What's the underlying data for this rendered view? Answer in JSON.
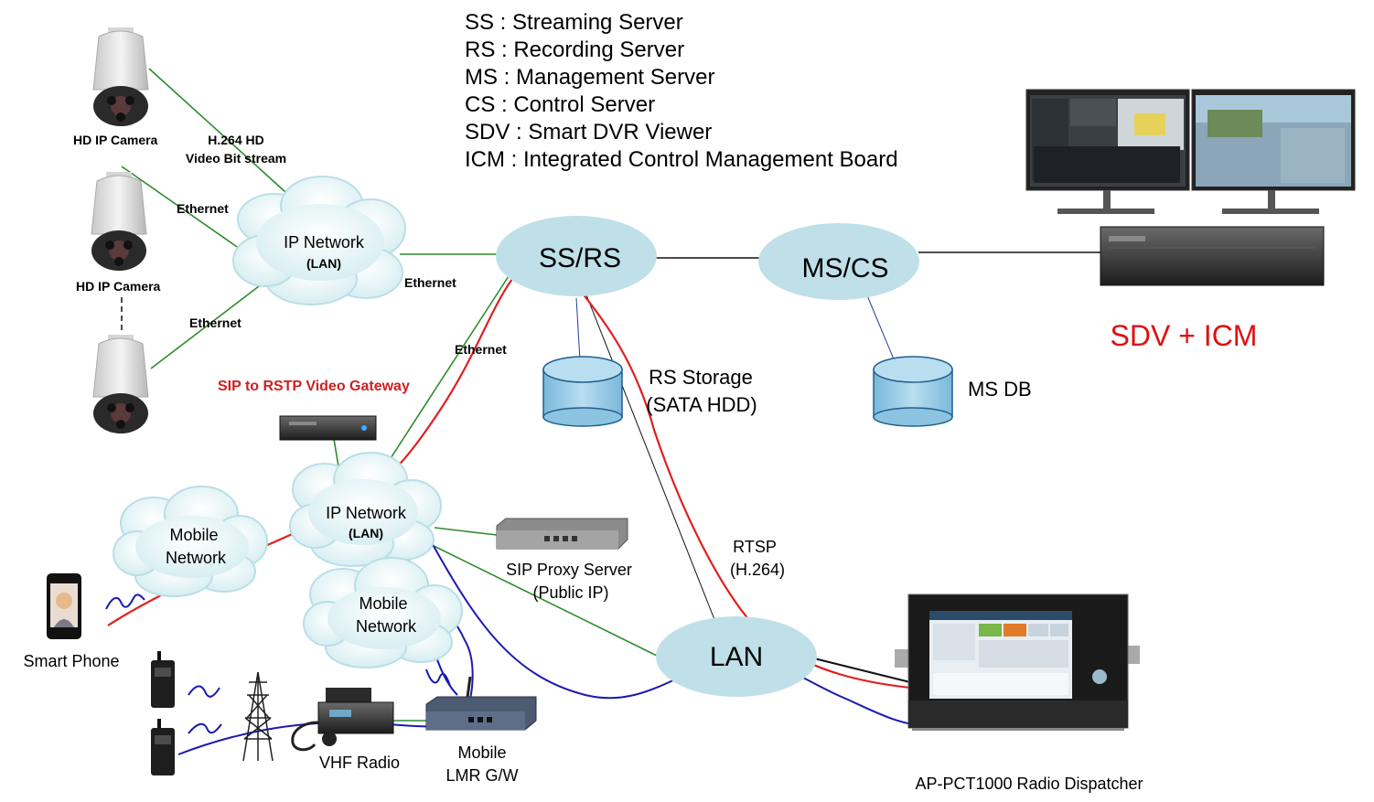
{
  "legend": [
    "SS : Streaming Server",
    "RS : Recording Server",
    "MS : Management Server",
    "CS : Control Server",
    "SDV : Smart DVR Viewer",
    "ICM : Integrated Control Management Board"
  ],
  "nodes": {
    "ss_rs": "SS/RS",
    "ms_cs": "MS/CS",
    "lan": "LAN",
    "ip_network_top": "IP Network",
    "ip_network_top_sub": "(LAN)",
    "ip_network_mid": "IP Network",
    "ip_network_mid_sub": "(LAN)",
    "mobile_network_1": [
      "Mobile",
      "Network"
    ],
    "mobile_network_2": [
      "Mobile",
      "Network"
    ],
    "rs_storage": [
      "RS Storage",
      "(SATA HDD)"
    ],
    "ms_db": "MS DB"
  },
  "labels": {
    "hd_camera_1": "HD IP Camera",
    "hd_camera_2": "HD IP Camera",
    "h264_stream": [
      "H.264 HD",
      "Video Bit stream"
    ],
    "ethernet_1": "Ethernet",
    "ethernet_2": "Ethernet",
    "ethernet_3": "Ethernet",
    "ethernet_4": "Ethernet",
    "sip_gateway": "SIP to RSTP Video Gateway",
    "sip_proxy": [
      "SIP Proxy Server",
      "(Public IP)"
    ],
    "rtsp": [
      "RTSP",
      "(H.264)"
    ],
    "smart_phone": "Smart Phone",
    "vhf_radio": "VHF Radio",
    "mobile_lmr": [
      "Mobile",
      "LMR G/W"
    ],
    "dispatcher": "AP-PCT1000 Radio Dispatcher",
    "sdv_icm": "SDV + ICM"
  },
  "colors": {
    "ethernet_link": "#2e8b2e",
    "video_path": "#e02020",
    "radio_path": "#1a1ab0",
    "node_fill": "#bfe0e8",
    "storage_fill": "#a8d4ea",
    "storage_stroke": "#1f5f8f",
    "gateway_label": "#d02020",
    "sdv_label": "#dd1111"
  }
}
